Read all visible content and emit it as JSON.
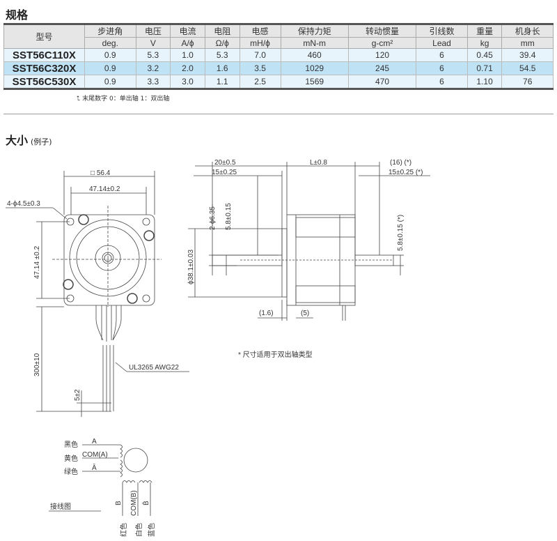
{
  "spec": {
    "title": "规格",
    "headers": [
      "型号",
      "步进角",
      "电压",
      "电流",
      "电阻",
      "电感",
      "保持力矩",
      "转动惯量",
      "引线数",
      "重量",
      "机身长"
    ],
    "units": [
      "deg.",
      "V",
      "A/ϕ",
      "Ω/ϕ",
      "mH/ϕ",
      "mN-m",
      "g-cm²",
      "Lead",
      "kg",
      "mm"
    ],
    "rows": [
      [
        "SST56C110X",
        "0.9",
        "5.3",
        "1.0",
        "5.3",
        "7.0",
        "460",
        "120",
        "6",
        "0.45",
        "39.4"
      ],
      [
        "SST56C320X",
        "0.9",
        "3.2",
        "2.0",
        "1.6",
        "3.5",
        "1029",
        "245",
        "6",
        "0.71",
        "54.5"
      ],
      [
        "SST56C530X",
        "0.9",
        "3.3",
        "3.0",
        "1.1",
        "2.5",
        "1569",
        "470",
        "6",
        "1.10",
        "76"
      ]
    ],
    "note": "末尾数字 0：单出轴 1：双出轴"
  },
  "size": {
    "title": "大小",
    "subtitle": "(例子)",
    "front": {
      "square": "□ 56.4",
      "pitch": "47.14±0.2",
      "holes": "4-ϕ4.5±0.3",
      "vpitch": "47.14 ±0.2",
      "cable_len": "300±10",
      "strip": "5±2",
      "wire": "UL3265 AWG22"
    },
    "side": {
      "d1": "20±0.5",
      "d2": "15±0.25",
      "L": "L±0.8",
      "d3": "(16) (*)",
      "d4": "15±0.25 (*)",
      "shaft": "2-ϕ6.35-",
      "flat": "5.8±0.15",
      "flat2": "5.8±0.15 (*)",
      "pilot": "ϕ38.1±0.03",
      "t1": "(1.6)",
      "t2": "(5)",
      "footnote": "* 尺寸适用于双出轴类型"
    }
  },
  "wiring": {
    "title": "接线图",
    "a_labels": [
      "A",
      "COM(A)",
      "Ā"
    ],
    "a_colors": [
      "黑色",
      "黄色",
      "绿色"
    ],
    "b_labels": [
      "B",
      "COM(B)",
      "B̄"
    ],
    "b_colors": [
      "红色",
      "白色",
      "蓝色"
    ]
  }
}
